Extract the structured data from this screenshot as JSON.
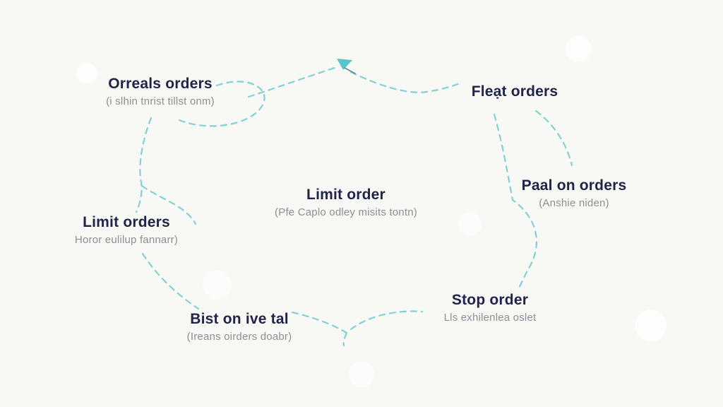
{
  "diagram": {
    "type": "cycle-flow",
    "nodes": [
      {
        "id": "orreals-orders",
        "label": "Orreals orders",
        "sublabel": "(i slhin tnrist tillst onm)"
      },
      {
        "id": "fleat-orders",
        "label": "Fleạt orders",
        "sublabel": ""
      },
      {
        "id": "limit-order",
        "label": "Limit order",
        "sublabel": "(Pfe Caplo odley misits tontn)"
      },
      {
        "id": "paal-on-orders",
        "label": "Paal on orders",
        "sublabel": "(Anshie niden)"
      },
      {
        "id": "limit-orders",
        "label": "Limit orders",
        "sublabel": "Horor eulilup fannarr)"
      },
      {
        "id": "bist-on-ive-tal",
        "label": "Bist on ive tal",
        "sublabel": "(Ireans oirders doabr)"
      },
      {
        "id": "stop-order",
        "label": "Stop order",
        "sublabel": "Lls exhilenlea oslet"
      }
    ],
    "colors": {
      "background": "#f8f8f5",
      "line": "#84d0d6",
      "arrow": "#58c4cc",
      "label": "#20244a",
      "sublabel": "#8c9094"
    }
  }
}
